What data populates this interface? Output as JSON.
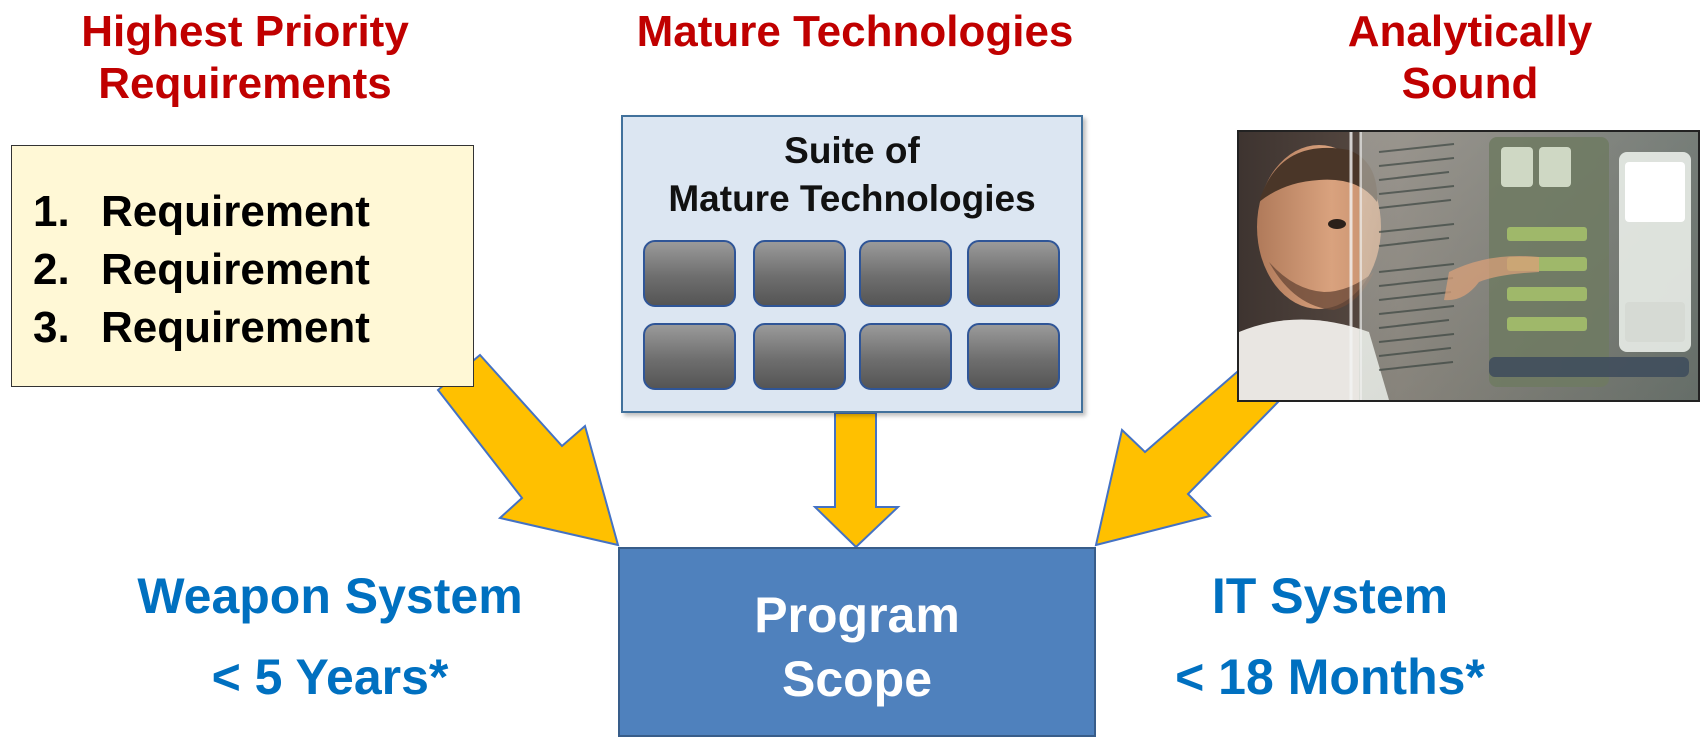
{
  "columns": {
    "left_title_line1": "Highest Priority",
    "left_title_line2": "Requirements",
    "center_title": "Mature Technologies",
    "right_title_line1": "Analytically",
    "right_title_line2": "Sound"
  },
  "requirements": [
    {
      "num": "1.",
      "label": "Requirement"
    },
    {
      "num": "2.",
      "label": "Requirement"
    },
    {
      "num": "3.",
      "label": "Requirement"
    }
  ],
  "tech_suite": {
    "title_line1": "Suite of",
    "title_line2": "Mature Technologies"
  },
  "scope": {
    "line1": "Program",
    "line2": "Scope"
  },
  "weapon_system": {
    "label": "Weapon System",
    "duration": "< 5 Years*"
  },
  "it_system": {
    "label": "IT System",
    "duration": "< 18 Months*"
  },
  "colors": {
    "title_red": "#c00000",
    "label_blue": "#0070c0",
    "arrow_fill": "#ffc000",
    "arrow_stroke": "#4472c4",
    "scope_fill": "#4f81bd",
    "req_fill": "#fff8d6",
    "tech_fill": "#dce6f2"
  }
}
